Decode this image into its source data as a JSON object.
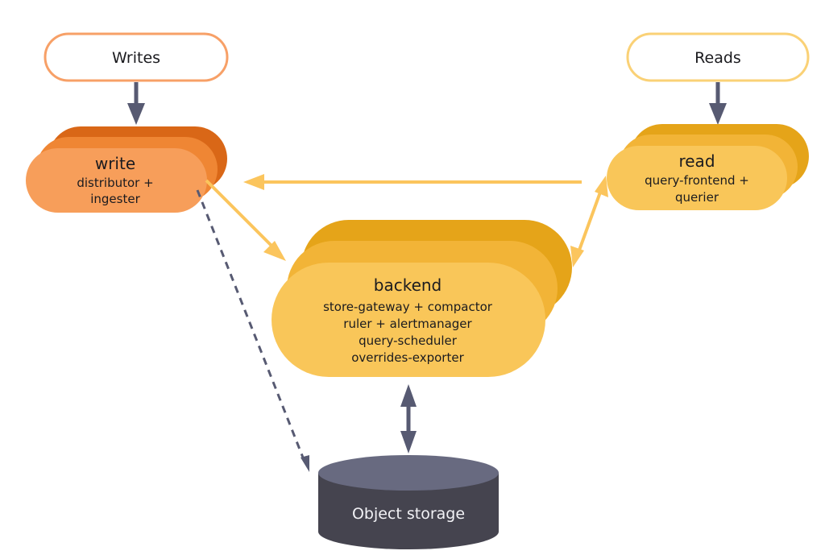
{
  "colors": {
    "write_back": "#d96717",
    "write_mid": "#ef8634",
    "write_front": "#f79e5a",
    "write_outline": "#f7a067",
    "read_back": "#e5a419",
    "read_mid": "#f2b437",
    "read_front": "#f9c659",
    "read_outline": "#fad176",
    "arrow_yellow": "#fbc55d",
    "arrow_dark": "#575a72",
    "storage_top": "#686a80",
    "storage_body": "#45444f"
  },
  "entrypoints": {
    "writes": "Writes",
    "reads": "Reads"
  },
  "components": {
    "write": {
      "title": "write",
      "lines": [
        "distributor +",
        "ingester"
      ]
    },
    "read": {
      "title": "read",
      "lines": [
        "query-frontend +",
        "querier"
      ]
    },
    "backend": {
      "title": "backend",
      "lines": [
        "store-gateway + compactor",
        "ruler + alertmanager",
        "query-scheduler",
        "overrides-exporter"
      ]
    }
  },
  "storage": {
    "label": "Object storage"
  },
  "edges": [
    {
      "from": "Writes",
      "to": "write",
      "style": "solid-dark"
    },
    {
      "from": "Reads",
      "to": "read",
      "style": "solid-dark"
    },
    {
      "from": "read",
      "to": "write",
      "style": "solid-yellow"
    },
    {
      "from": "write",
      "to": "backend",
      "style": "solid-yellow"
    },
    {
      "from": "read",
      "to": "backend",
      "style": "bidirectional-yellow"
    },
    {
      "from": "backend",
      "to": "Object storage",
      "style": "bidirectional-dark"
    },
    {
      "from": "write",
      "to": "Object storage",
      "style": "dashed-dark"
    }
  ]
}
